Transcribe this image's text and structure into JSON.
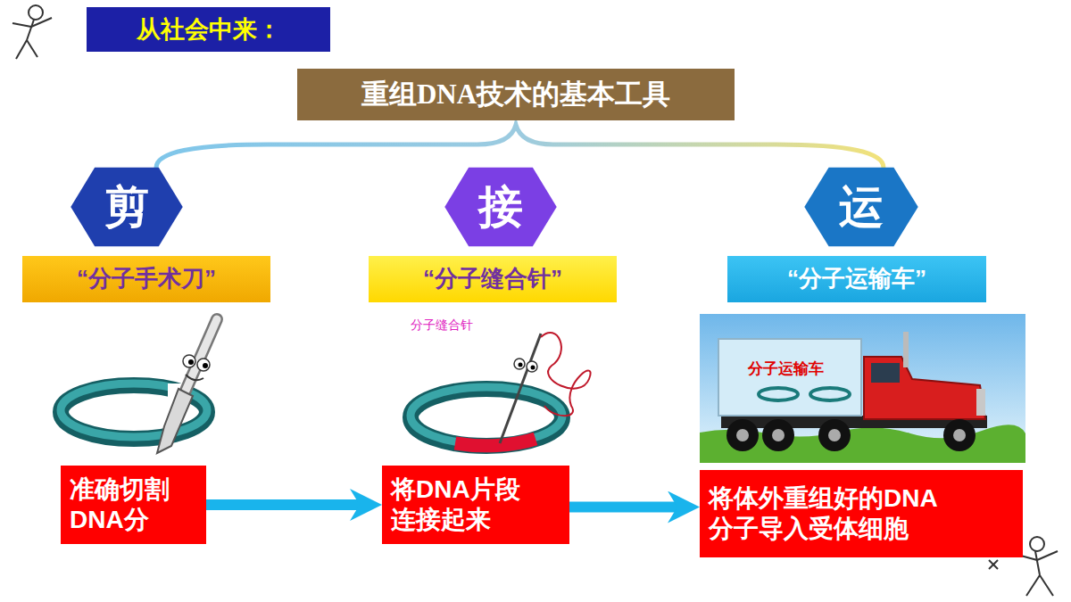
{
  "diagram": {
    "nodes": [
      {
        "text": [
          "从社会中来："
        ]
      },
      {
        "text": [
          "重组DNA技术的基本工具"
        ]
      },
      {
        "text": [
          "剪"
        ]
      },
      {
        "text": [
          "接"
        ]
      },
      {
        "text": [
          "运"
        ]
      },
      {
        "text": [
          "“分子手术刀”"
        ]
      },
      {
        "text": [
          "“分子缝合针”"
        ]
      },
      {
        "text": [
          "“分子运输车”"
        ]
      },
      {
        "text": [
          "准确切割 DNA分"
        ]
      },
      {
        "text": [
          "将DNA片段 连接起来"
        ]
      },
      {
        "text": [
          "将体外重组好的DNA 分子导入受体细胞"
        ]
      }
    ],
    "edges": [
      {
        "from": 8,
        "to": 9,
        "arrow": "to"
      },
      {
        "from": 9,
        "to": 10,
        "arrow": "to"
      }
    ],
    "labels": [
      "分子缝合针",
      "分子运输车"
    ]
  }
}
